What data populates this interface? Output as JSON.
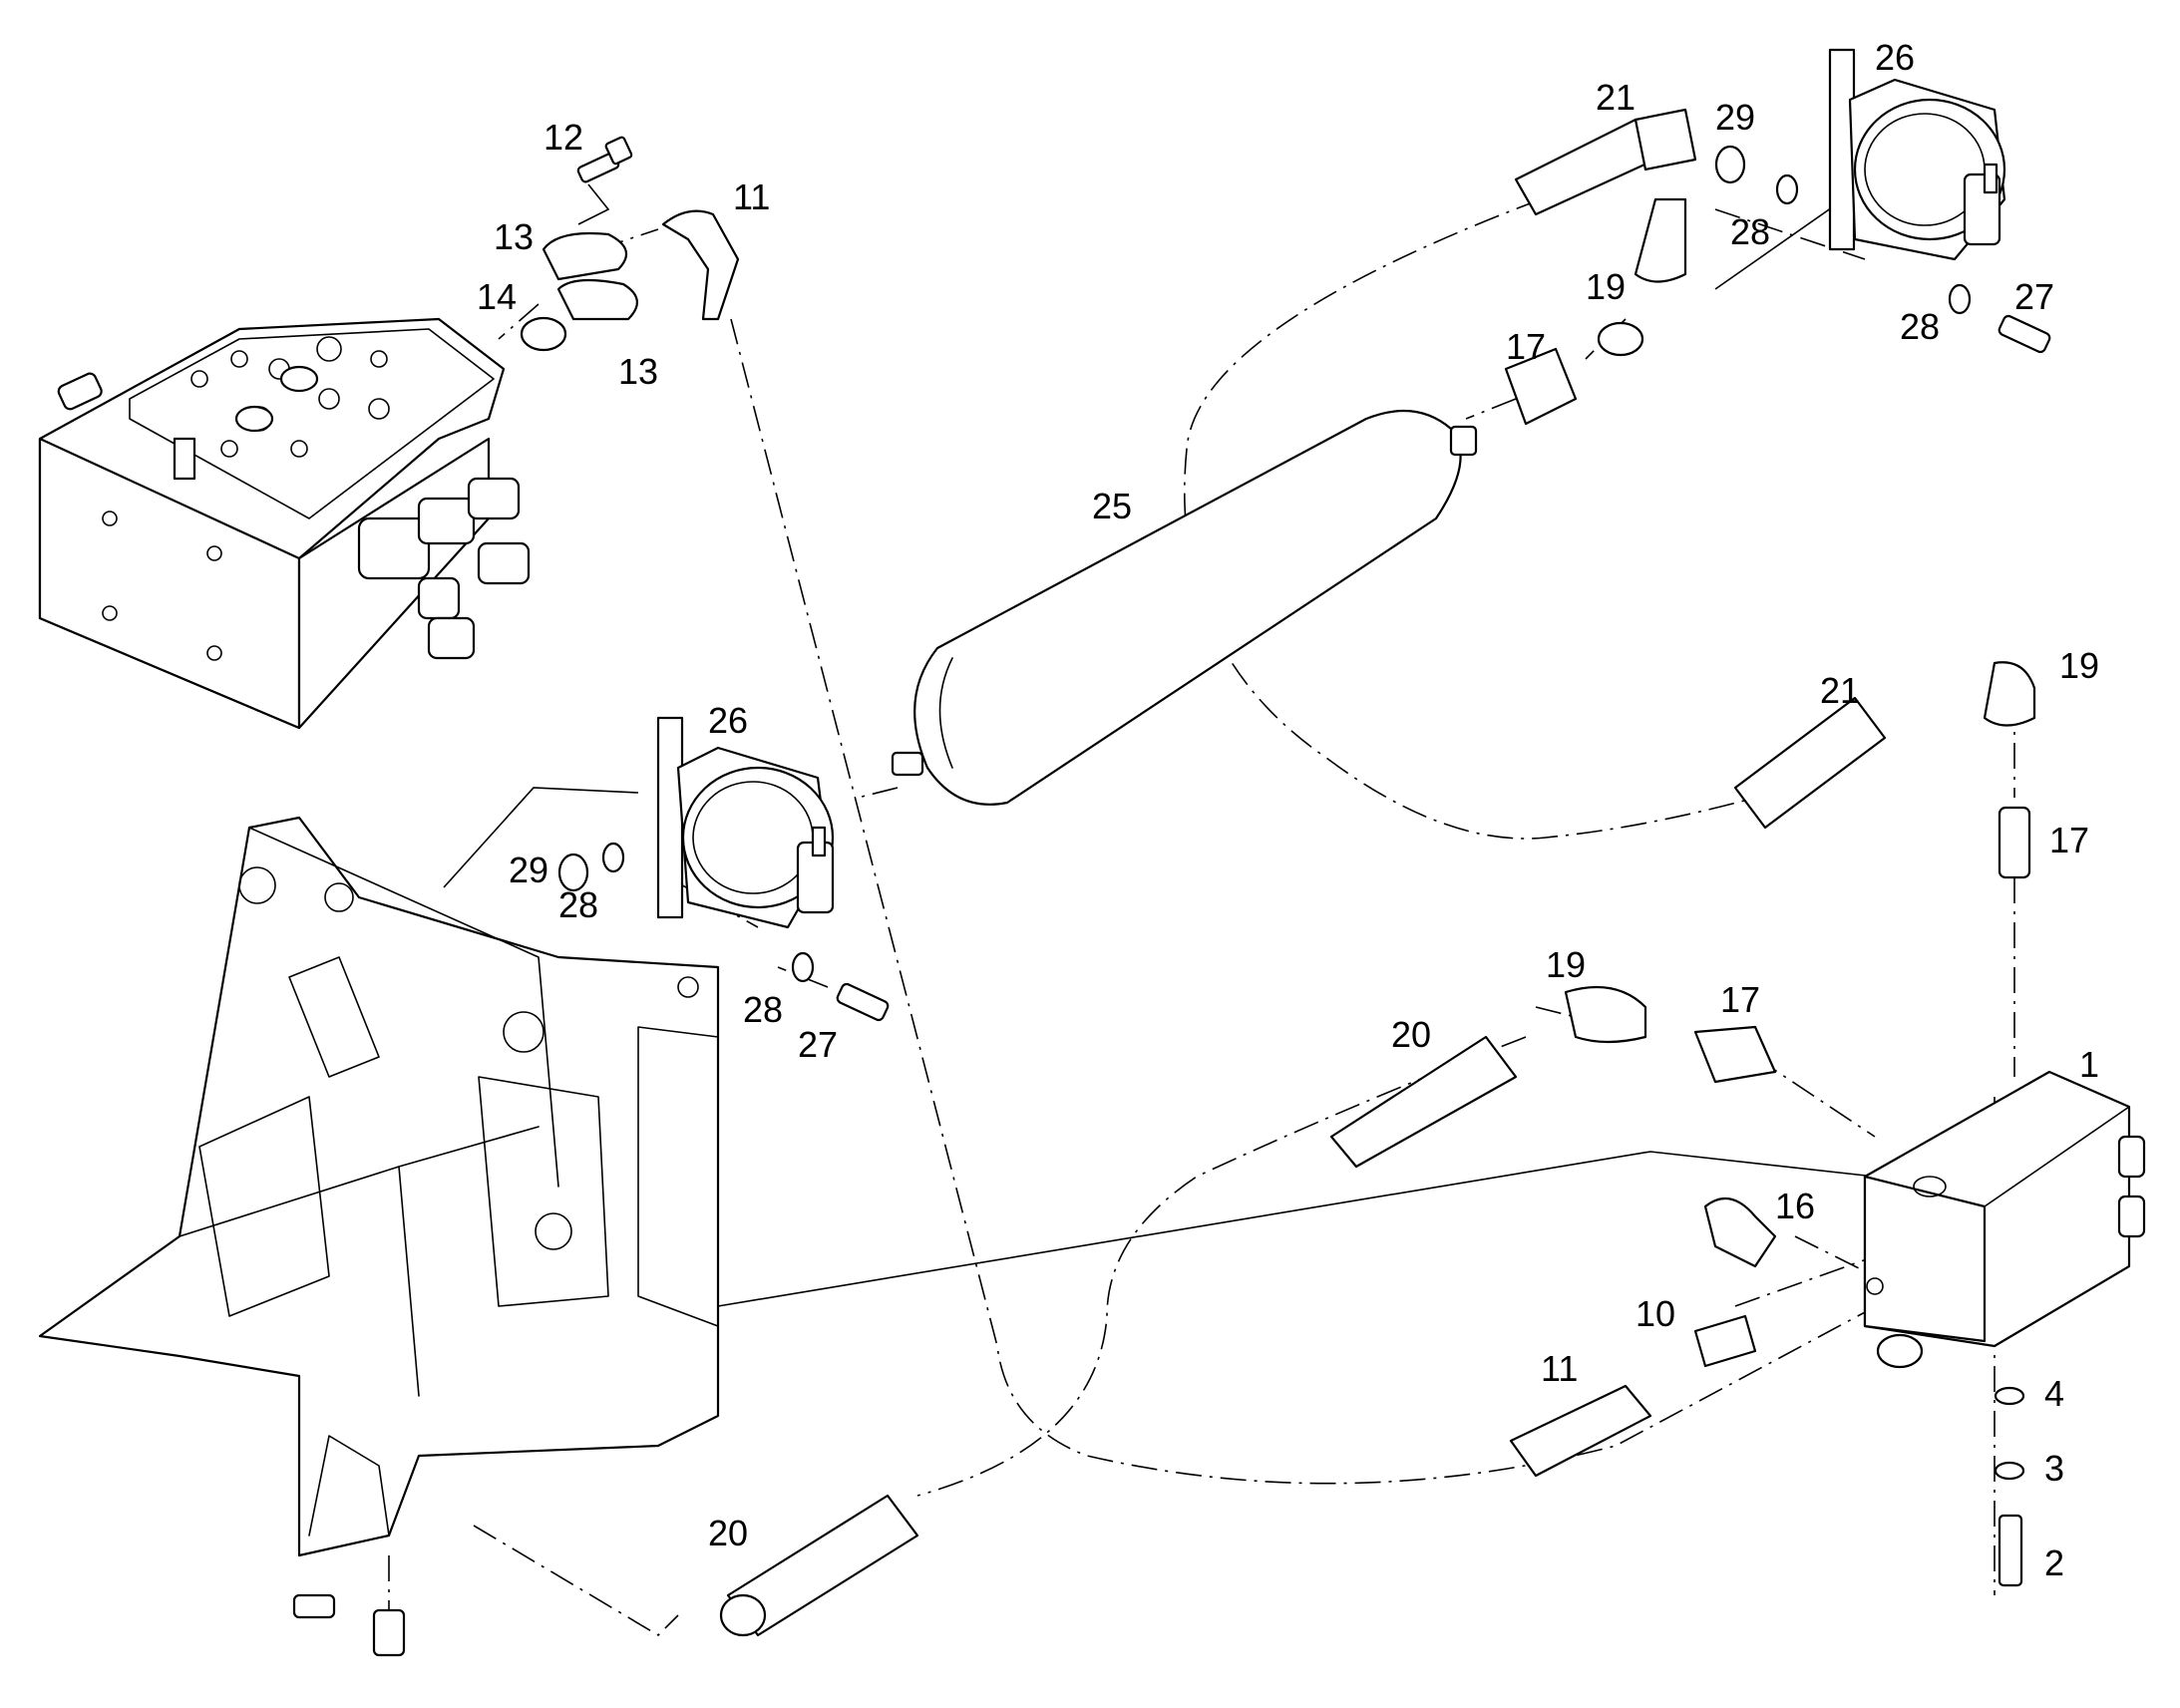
{
  "callouts": {
    "c1": "1",
    "c2": "2",
    "c3": "3",
    "c4": "4",
    "c10": "10",
    "c11a": "11",
    "c11b": "11",
    "c12": "12",
    "c13a": "13",
    "c13b": "13",
    "c14": "14",
    "c16": "16",
    "c17a": "17",
    "c17b": "17",
    "c17c": "17",
    "c19a": "19",
    "c19b": "19",
    "c19c": "19",
    "c20a": "20",
    "c20b": "20",
    "c21a": "21",
    "c21b": "21",
    "c25": "25",
    "c26a": "26",
    "c26b": "26",
    "c27a": "27",
    "c27b": "27",
    "c28a": "28",
    "c28b": "28",
    "c28c": "28",
    "c28d": "28",
    "c29a": "29",
    "c29b": "29"
  },
  "colors": {
    "line": "#000000",
    "background": "#ffffff"
  }
}
